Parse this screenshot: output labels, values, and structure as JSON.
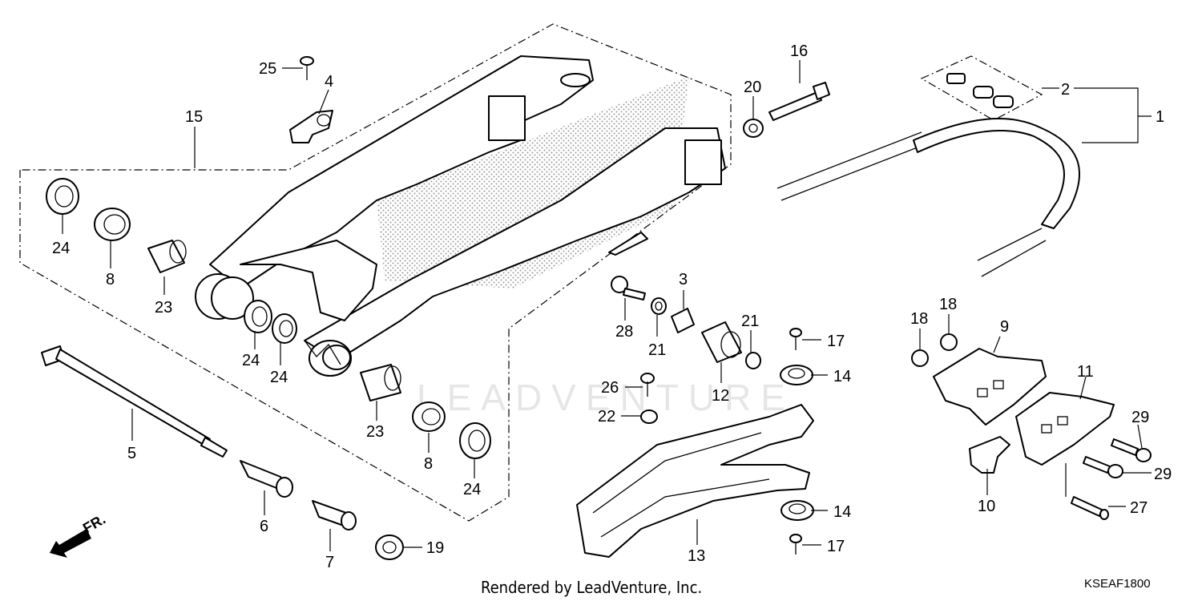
{
  "callouts": {
    "c1": "1",
    "c2": "2",
    "c3": "3",
    "c4": "4",
    "c5": "5",
    "c6": "6",
    "c7": "7",
    "c8a": "8",
    "c8b": "8",
    "c9": "9",
    "c10": "10",
    "c11": "11",
    "c12": "12",
    "c13": "13",
    "c14a": "14",
    "c14b": "14",
    "c15": "15",
    "c16": "16",
    "c17a": "17",
    "c17b": "17",
    "c18a": "18",
    "c18b": "18",
    "c19": "19",
    "c20": "20",
    "c21a": "21",
    "c21b": "21",
    "c22": "22",
    "c23a": "23",
    "c23b": "23",
    "c24a": "24",
    "c24b": "24",
    "c24c": "24",
    "c24d": "24",
    "c25": "25",
    "c26": "26",
    "c27": "27",
    "c28": "28",
    "c29a": "29",
    "c29b": "29"
  },
  "front_marker": "FR.",
  "watermark": "LEADVENTURE",
  "footer": "Rendered by LeadVenture, Inc.",
  "diagram_code": "KSEAF1800",
  "colors": {
    "line": "#000000",
    "stipple": "#9a9a9a",
    "watermark": "#e6e6e6"
  },
  "icons": [
    "front-direction-arrow-icon"
  ]
}
